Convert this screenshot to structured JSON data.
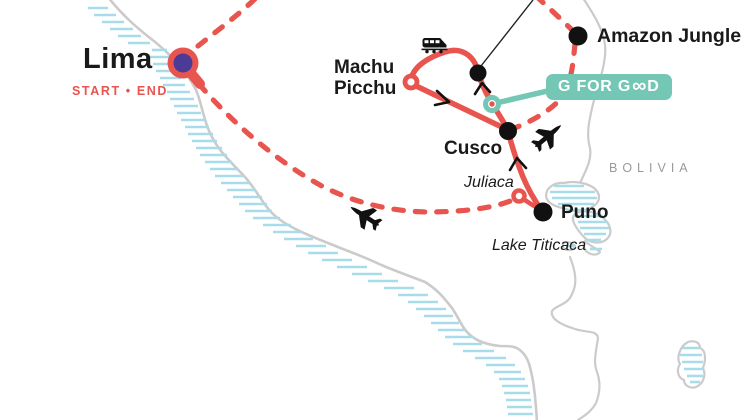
{
  "labels": {
    "lima": "Lima",
    "lima_sub": "START • END",
    "machu_picchu": "Machu Picchu",
    "cusco": "Cusco",
    "juliaca": "Juliaca",
    "puno": "Puno",
    "lake_titicaca": "Lake Titicaca",
    "amazon_jungle": "Amazon Jungle",
    "region": "BOLIVIA"
  },
  "badge": {
    "prefix": "G FOR G",
    "infinity": "∞",
    "suffix": "D"
  },
  "colors": {
    "route_red": "#E8554F",
    "marker_purple": "#4B3B97",
    "teal": "#74C6B5",
    "map_line_gray": "#CBCBCB",
    "water_hatch_blue": "#A8DCEA",
    "label_black": "#1A1A1A",
    "region_gray": "#9A9A9A"
  },
  "icons": {
    "airplane-icon": "plane silhouette (flight segment)",
    "train-icon": "train silhouette (rail segment)",
    "start-end-pin": "red ring pin with purple core",
    "destination-dot": "black filled dot",
    "visited-ring": "red open ring",
    "g-for-good-marker": "teal ring with red core"
  }
}
